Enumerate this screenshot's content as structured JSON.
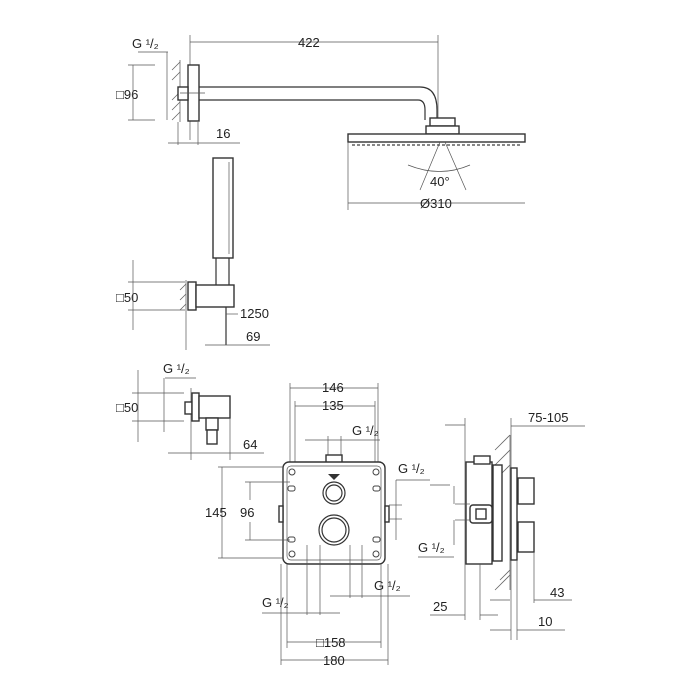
{
  "dimensions": {
    "arm_length": "422",
    "arm_thread": "G ¹/₂",
    "arm_plate": "□96",
    "arm_plate_depth": "16",
    "spray_angle": "40°",
    "head_diameter": "Ø310",
    "holder_plate": "□50",
    "hose_length": "1250",
    "holder_depth": "69",
    "outlet_thread": "G ¹/₂",
    "outlet_plate": "□50",
    "outlet_depth": "64",
    "box_width_outer": "146",
    "box_width_inner": "135",
    "box_top_thread": "G ¹/₂",
    "box_right_thread": "G ¹/₂",
    "box_height": "145",
    "box_hole_spacing": "96",
    "box_bottom_left_thread": "G ¹/₂",
    "box_bottom_right_thread": "G ¹/₂",
    "cover_square": "□158",
    "cover_width": "180",
    "side_thread": "G ¹/₂",
    "wall_depth": "75-105",
    "handle_depth": "43",
    "box_depth": "25",
    "cover_depth": "10"
  }
}
